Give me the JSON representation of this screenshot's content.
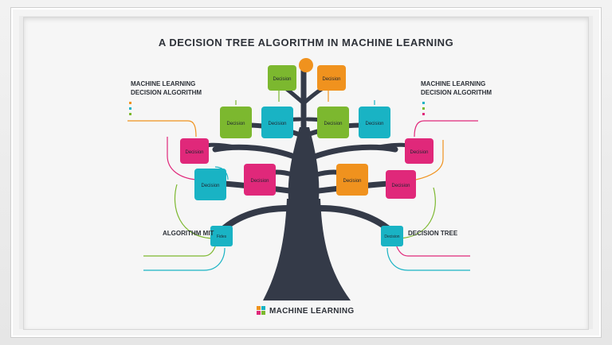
{
  "title": "A DECISION TREE ALGORITHM IN MACHINE LEARNING",
  "footer_label": "MACHINE LEARNING",
  "left_panel": {
    "heading_line1": "MACHINE LEARNING",
    "heading_line2": "DECISION ALGORITHM"
  },
  "right_panel": {
    "heading_line1": "MACHINE LEARNING",
    "heading_line2": "DECISION ALGORITHM"
  },
  "left_lower_heading": "ALGORITHM MIT",
  "right_lower_heading": "DECISION TREE",
  "box_label": "Decision",
  "small_box_label": "Fides",
  "colors": {
    "green": "#7cb82f",
    "orange": "#f0921e",
    "teal": "#19b3c4",
    "magenta": "#e0287a",
    "trunk": "#343a48"
  }
}
